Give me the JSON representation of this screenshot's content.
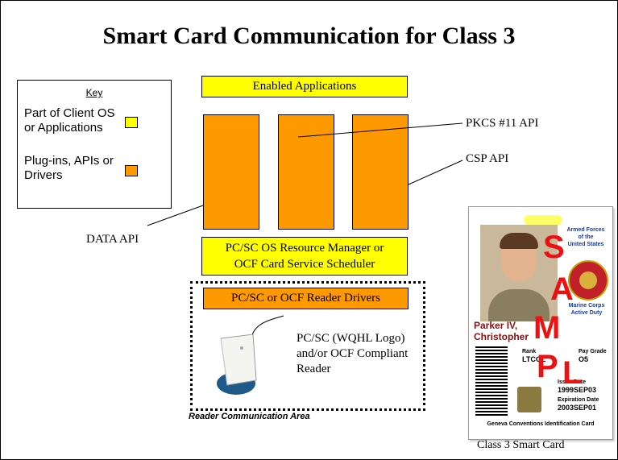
{
  "title": "Smart Card Communication for Class 3",
  "key": {
    "title": "Key",
    "item1": [
      "Part of Client OS",
      "or Applications"
    ],
    "item2": [
      "Plug-ins, APIs or",
      "Drivers"
    ],
    "colors": {
      "client": "#ffff00",
      "plugin": "#ff9900"
    }
  },
  "boxes": {
    "enabled_apps": "Enabled Applications",
    "resource_manager": [
      "PC/SC  OS Resource Manager or",
      "OCF Card Service Scheduler"
    ],
    "reader_drivers": "PC/SC or OCF Reader Drivers"
  },
  "labels": {
    "pkcs": "PKCS #11 API",
    "csp": "CSP API",
    "data_api": "DATA API",
    "reader": [
      "PC/SC (WQHL Logo)",
      "and/or OCF  Compliant",
      "Reader"
    ],
    "reader_area": "Reader Communication Area",
    "card_caption": "Class 3 Smart Card"
  },
  "card": {
    "org": [
      "Armed Forces",
      "of the",
      "United States"
    ],
    "branch": [
      "Marine Corps",
      "Active Duty"
    ],
    "name": [
      "Parker IV,",
      "Christopher"
    ],
    "rank_label": "Rank",
    "rank": "LTCOL",
    "pay_label": "Pay Grade",
    "pay": "O5",
    "issue_label": "Issue Date",
    "issue": "1999SEP03",
    "exp_label": "Expiration Date",
    "exp": "2003SEP01",
    "footer": "Geneva Conventions Identification Card",
    "watermark": [
      "S",
      "A",
      "M",
      "P",
      "L"
    ]
  }
}
